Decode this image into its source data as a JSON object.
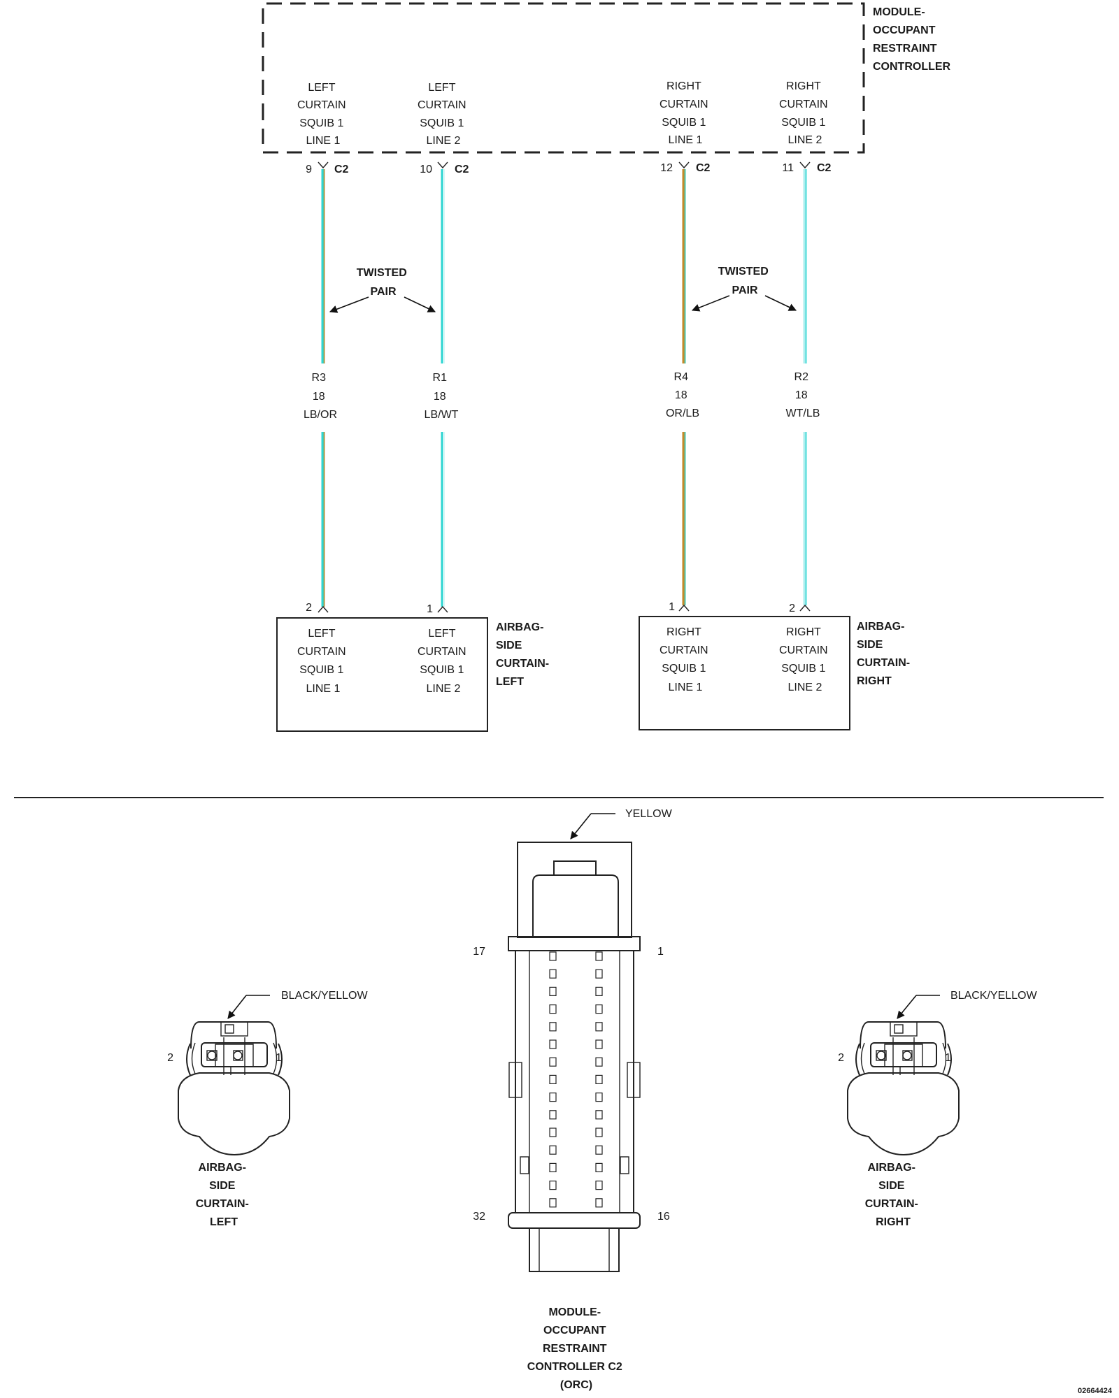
{
  "module": {
    "title": [
      "MODULE-",
      "OCCUPANT",
      "RESTRAINT",
      "CONTROLLER"
    ],
    "pins": [
      {
        "id": "l1",
        "label": [
          "LEFT",
          "CURTAIN",
          "SQUIB 1",
          "LINE 1"
        ],
        "pin": "9",
        "connector": "C2"
      },
      {
        "id": "l2",
        "label": [
          "LEFT",
          "CURTAIN",
          "SQUIB 1",
          "LINE 2"
        ],
        "pin": "10",
        "connector": "C2"
      },
      {
        "id": "r1",
        "label": [
          "RIGHT",
          "CURTAIN",
          "SQUIB 1",
          "LINE 1"
        ],
        "pin": "12",
        "connector": "C2"
      },
      {
        "id": "r2",
        "label": [
          "RIGHT",
          "CURTAIN",
          "SQUIB 1",
          "LINE 2"
        ],
        "pin": "11",
        "connector": "C2"
      }
    ]
  },
  "twisted_pair_label": [
    "TWISTED",
    "PAIR"
  ],
  "wires": [
    {
      "id": "l1",
      "circuit": "R3",
      "gauge": "18",
      "color": "LB/OR",
      "base_color": "#2fd6d2",
      "stripe_color": "#c58a2a"
    },
    {
      "id": "l2",
      "circuit": "R1",
      "gauge": "18",
      "color": "LB/WT",
      "base_color": "#2fd6d2",
      "stripe_color": "#ffffff"
    },
    {
      "id": "r1",
      "circuit": "R4",
      "gauge": "18",
      "color": "OR/LB",
      "base_color": "#c58a2a",
      "stripe_color": "#2fd6d2"
    },
    {
      "id": "r2",
      "circuit": "R2",
      "gauge": "18",
      "color": "WT/LB",
      "base_color": "#aeeeee",
      "stripe_color": "#2fd6d2"
    }
  ],
  "airbag_left": {
    "title": [
      "AIRBAG-",
      "SIDE",
      "CURTAIN-",
      "LEFT"
    ],
    "pins": [
      {
        "id": "l1",
        "pin": "2",
        "label": [
          "LEFT",
          "CURTAIN",
          "SQUIB 1",
          "LINE 1"
        ]
      },
      {
        "id": "l2",
        "pin": "1",
        "label": [
          "LEFT",
          "CURTAIN",
          "SQUIB 1",
          "LINE 2"
        ]
      }
    ]
  },
  "airbag_right": {
    "title": [
      "AIRBAG-",
      "SIDE",
      "CURTAIN-",
      "RIGHT"
    ],
    "pins": [
      {
        "id": "r1",
        "pin": "1",
        "label": [
          "RIGHT",
          "CURTAIN",
          "SQUIB 1",
          "LINE 1"
        ]
      },
      {
        "id": "r2",
        "pin": "2",
        "label": [
          "RIGHT",
          "CURTAIN",
          "SQUIB 1",
          "LINE 2"
        ]
      }
    ]
  },
  "connectors": {
    "left": {
      "color": "BLACK/YELLOW",
      "pin_left": "2",
      "pin_right": "1",
      "title": [
        "AIRBAG-",
        "SIDE",
        "CURTAIN-",
        "LEFT"
      ]
    },
    "center": {
      "color": "YELLOW",
      "pin_top_left": "17",
      "pin_top_right": "1",
      "pin_bottom_left": "32",
      "pin_bottom_right": "16",
      "title": [
        "MODULE-",
        "OCCUPANT",
        "RESTRAINT",
        "CONTROLLER C2",
        "(ORC)"
      ]
    },
    "right": {
      "color": "BLACK/YELLOW",
      "pin_left": "2",
      "pin_right": "1",
      "title": [
        "AIRBAG-",
        "SIDE",
        "CURTAIN-",
        "RIGHT"
      ]
    }
  },
  "figure_number": "02664424"
}
